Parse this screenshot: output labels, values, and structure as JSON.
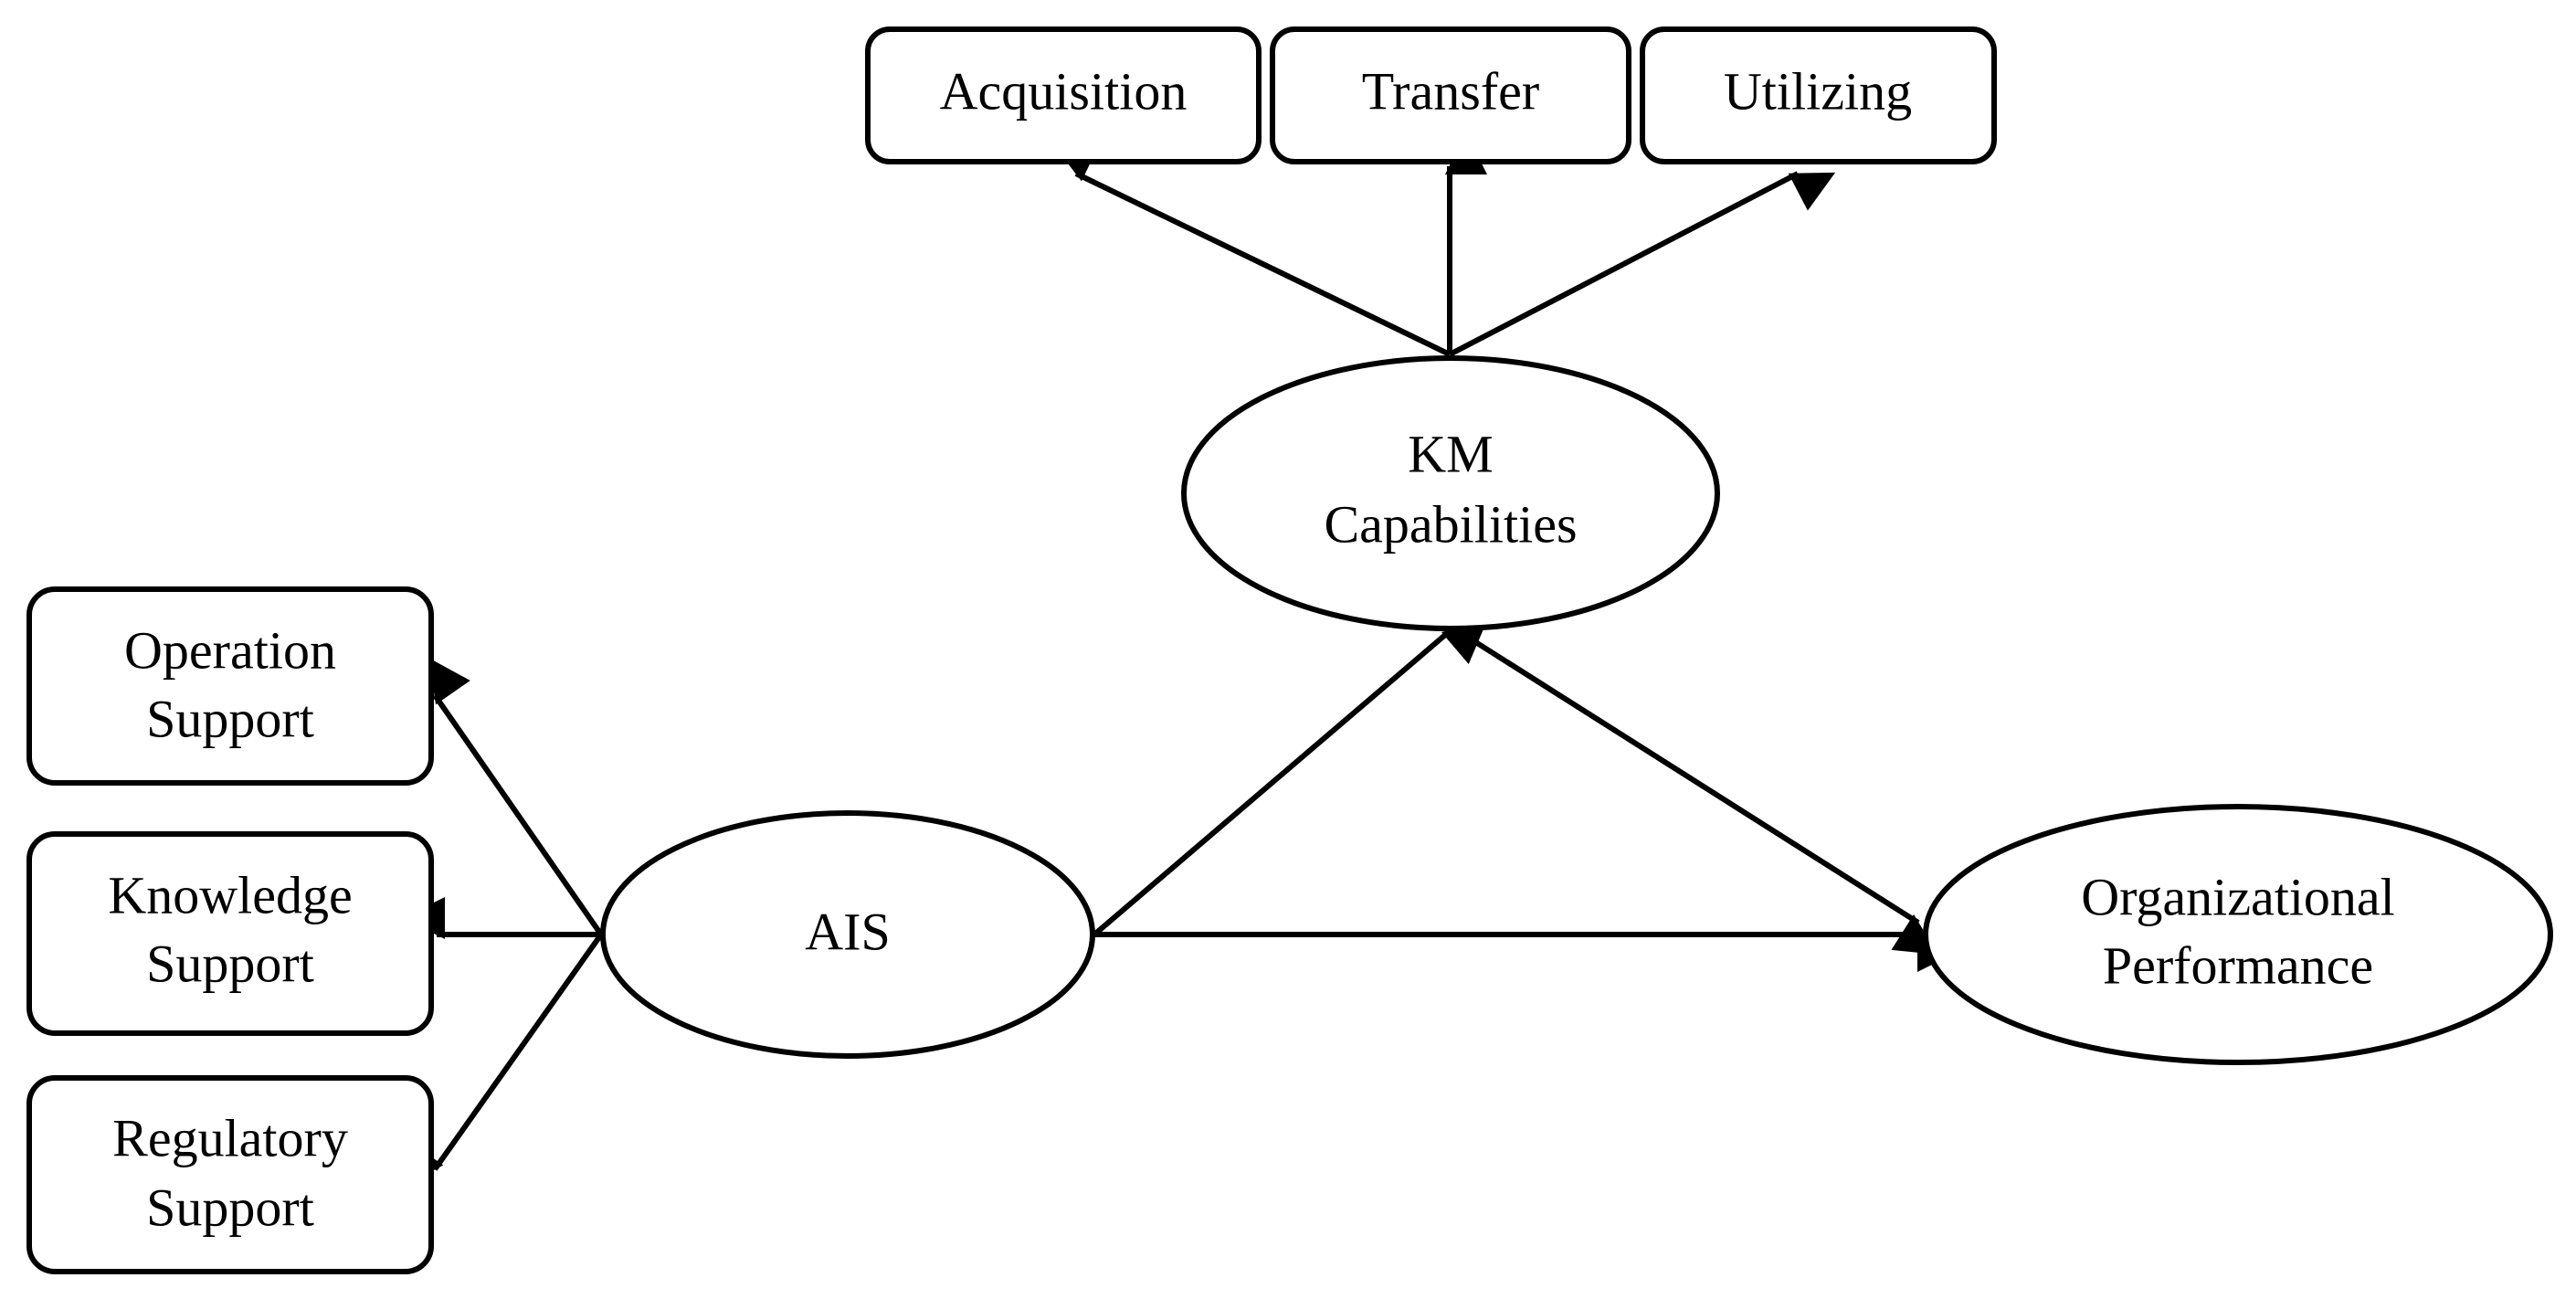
{
  "colors": {
    "stroke": "#000000",
    "fill": "#ffffff"
  },
  "nodes": {
    "acquisition": {
      "lines": [
        "Acquisition"
      ]
    },
    "transfer": {
      "lines": [
        "Transfer"
      ]
    },
    "utilizing": {
      "lines": [
        "Utilizing"
      ]
    },
    "km_capabilities": {
      "lines": [
        "KM",
        "Capabilities"
      ]
    },
    "operation_support": {
      "lines": [
        "Operation",
        "Support"
      ]
    },
    "knowledge_support": {
      "lines": [
        "Knowledge",
        "Support"
      ]
    },
    "regulatory_support": {
      "lines": [
        "Regulatory",
        "Support"
      ]
    },
    "ais": {
      "lines": [
        "AIS"
      ]
    },
    "organizational_performance": {
      "lines": [
        "Organizational",
        "Performance"
      ]
    }
  },
  "edges": [
    {
      "from": "km_capabilities",
      "to": "acquisition"
    },
    {
      "from": "km_capabilities",
      "to": "transfer"
    },
    {
      "from": "km_capabilities",
      "to": "utilizing"
    },
    {
      "from": "ais",
      "to": "km_capabilities"
    },
    {
      "from": "km_capabilities",
      "to": "organizational_performance"
    },
    {
      "from": "ais",
      "to": "organizational_performance"
    },
    {
      "from": "ais",
      "to": "operation_support"
    },
    {
      "from": "ais",
      "to": "knowledge_support"
    },
    {
      "from": "ais",
      "to": "regulatory_support"
    }
  ]
}
